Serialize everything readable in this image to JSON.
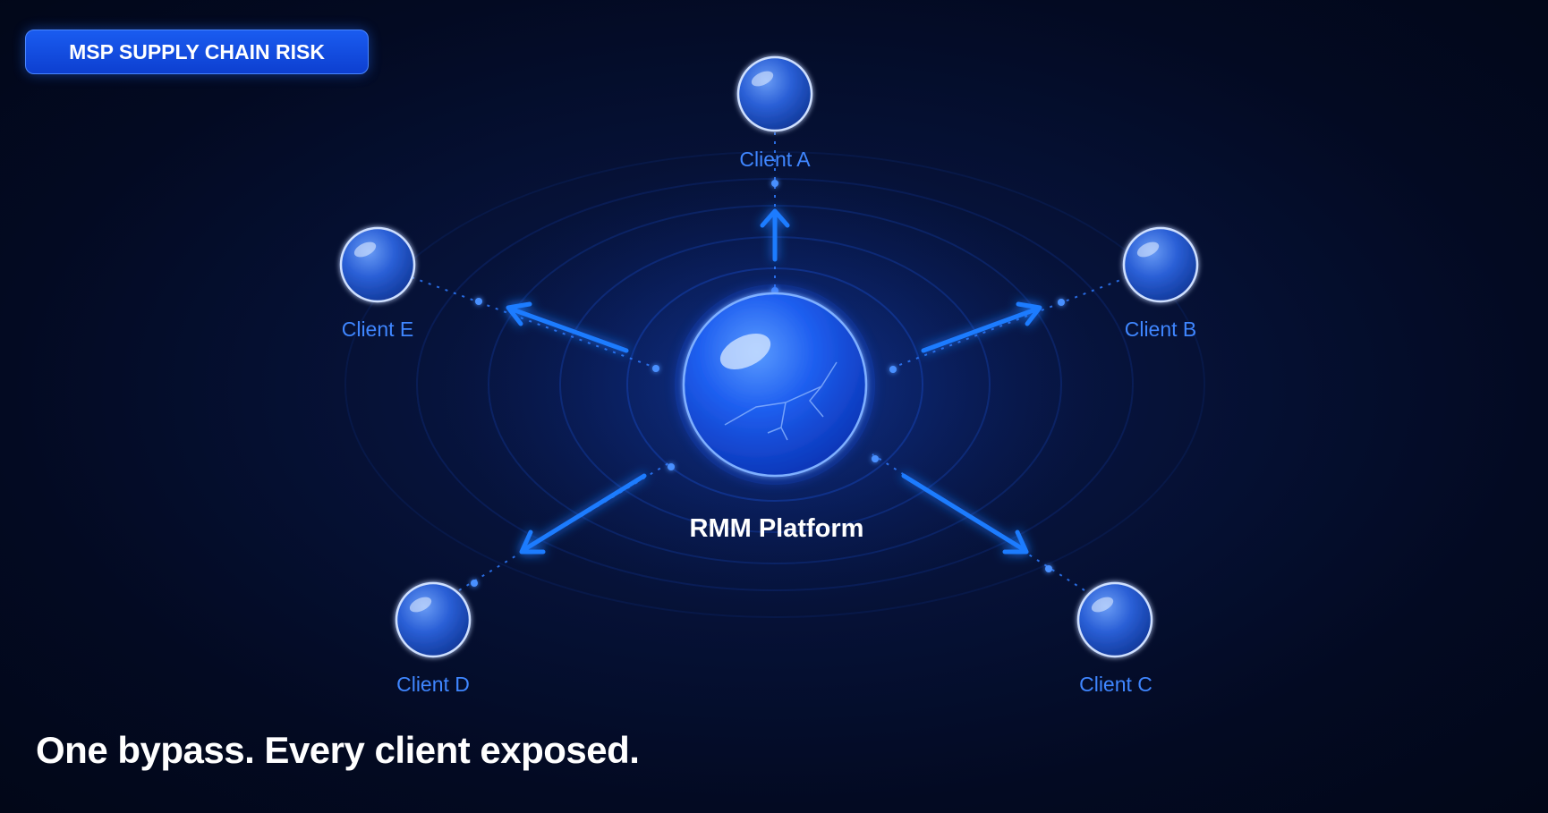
{
  "badge": {
    "label": "MSP SUPPLY CHAIN RISK"
  },
  "headline": "One bypass. Every client exposed.",
  "diagram": {
    "center": {
      "label": "RMM Platform"
    },
    "clients": [
      {
        "id": "a",
        "label": "Client A"
      },
      {
        "id": "b",
        "label": "Client B"
      },
      {
        "id": "c",
        "label": "Client C"
      },
      {
        "id": "d",
        "label": "Client D"
      },
      {
        "id": "e",
        "label": "Client E"
      }
    ]
  },
  "colors": {
    "background": "#030a22",
    "accent": "#1a6bff",
    "node": "#2a64e0",
    "client_label": "#3f86ff",
    "badge": "#1550e8"
  }
}
